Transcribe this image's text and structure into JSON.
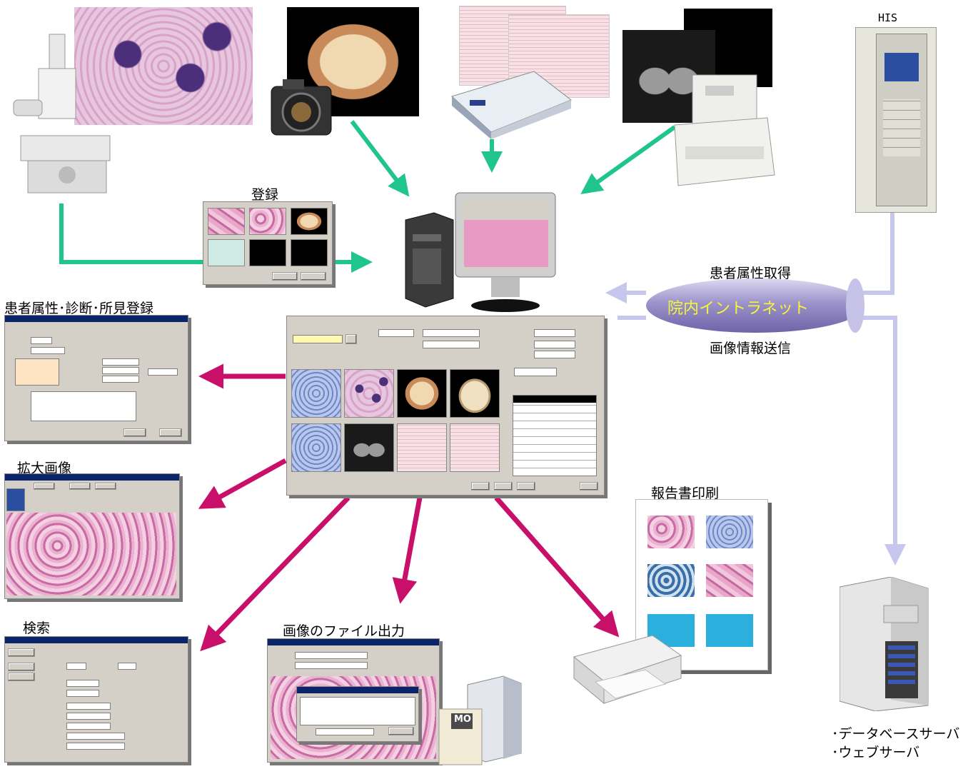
{
  "labels": {
    "his": "HIS",
    "register": "登録",
    "patient_attr_get": "患者属性取得",
    "intranet": "院内イントラネット",
    "image_info_send": "画像情報送信",
    "patient_entry": "患者属性･診断･所見登録",
    "zoom_image": "拡大画像",
    "report_print": "報告書印刷",
    "search": "検索",
    "file_output": "画像のファイル出力",
    "db_server": "･データベースサーバ",
    "web_server": "･ウェブサーバ",
    "mo_label": "MO"
  },
  "colors": {
    "input_arrow": "#1fc48f",
    "output_arrow": "#c8106a",
    "network_arrow": "#c7c7ee",
    "intranet_text": "#f5f53a",
    "window_gray": "#d4d0c8"
  },
  "icons": {
    "microscope": "microscope-icon",
    "camera": "camera-icon",
    "scanner": "scanner-icon",
    "film_digitizer": "film-digitizer-icon",
    "his_server": "server-rack-icon",
    "workstation": "workstation-icon",
    "printer": "printer-icon",
    "mo_drive": "mo-drive-icon",
    "db_server": "tower-server-icon"
  }
}
